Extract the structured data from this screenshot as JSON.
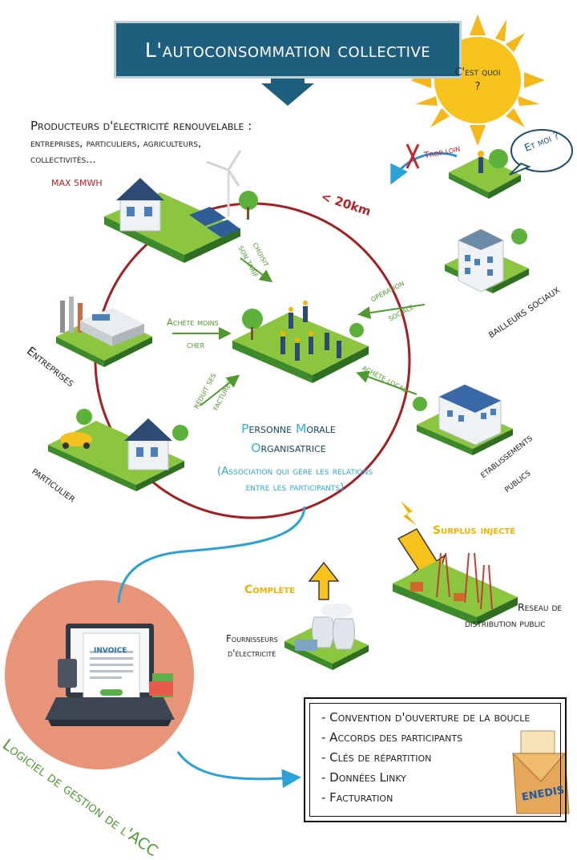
{
  "title": "L'autoconsommation collective",
  "sun_text": "C'est quoi ?",
  "bubble_text": "Et moi ?",
  "too_far": "Trop loin",
  "distance": "< 20km",
  "producers": {
    "line1": "Producteurs d'électricité renouvelable :",
    "line2": "entreprises, particuliers, agriculteurs,",
    "line3": "collectivités...",
    "max": "MAX 5MWH"
  },
  "arrows": {
    "choisit": "choisit",
    "son_tarif": "son tarif",
    "achete_moins": "Achète moins",
    "cher": "cher",
    "reduit": "réduit ses",
    "factures": "factures",
    "operation": "opération",
    "sociale": "sociale",
    "achete_local": "achète local"
  },
  "actors": {
    "entreprises": "Entreprises",
    "particulier": "particulier",
    "bailleurs": "bailleurs sociaux",
    "etab1": "etablissements",
    "etab2": "publics"
  },
  "pmo": {
    "p": "P",
    "ersonne": "ersonne ",
    "m": "M",
    "orale": "orale",
    "o": "O",
    "rganisatrice": "rganisatrice",
    "assoc1": "(Association qui gère les relations",
    "assoc2": "entre les participants)"
  },
  "grid": {
    "surplus": "Surplus injecté",
    "reseau1": "Reseau de",
    "reseau2": "distribution public",
    "complete": "Complète",
    "fourn1": "Fournisseurs",
    "fourn2": "d'électricité"
  },
  "laptop": {
    "invoice": "INVOICE",
    "software": "Logiciel de gestion de l'ACC"
  },
  "list": [
    "- Convention d'ouverture de la boucle",
    "- Accords des participants",
    "- Clés de répartition",
    "- Données Linky",
    "- Facturation"
  ],
  "enedis": "ENEDIS",
  "colors": {
    "banner": "#1f5f7e",
    "circle": "#a41e22",
    "green": "#4f9a2e",
    "sun": "#f7c21b",
    "laptop_circle": "#e89478",
    "cable": "#2aa2d6"
  }
}
